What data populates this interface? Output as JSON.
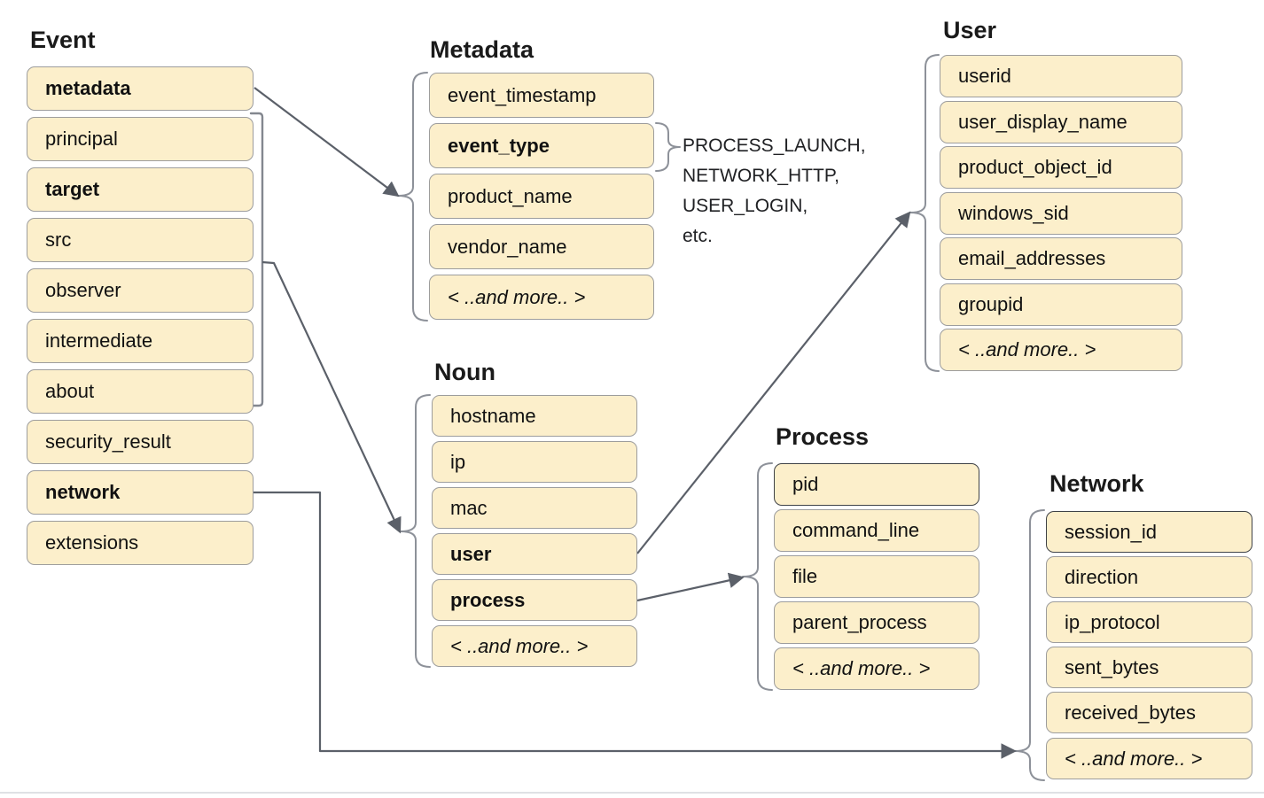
{
  "groups": {
    "event": {
      "title": "Event",
      "fields": [
        {
          "label": "metadata",
          "bold": true
        },
        {
          "label": "principal"
        },
        {
          "label": "target",
          "bold": true
        },
        {
          "label": "src"
        },
        {
          "label": "observer"
        },
        {
          "label": "intermediate"
        },
        {
          "label": "about"
        },
        {
          "label": "security_result"
        },
        {
          "label": "network",
          "bold": true
        },
        {
          "label": "extensions"
        }
      ]
    },
    "metadata": {
      "title": "Metadata",
      "fields": [
        {
          "label": "event_timestamp"
        },
        {
          "label": "event_type",
          "bold": true
        },
        {
          "label": "product_name"
        },
        {
          "label": "vendor_name"
        },
        {
          "label": "< ..and more.. >",
          "italic": true
        }
      ]
    },
    "noun": {
      "title": "Noun",
      "fields": [
        {
          "label": "hostname"
        },
        {
          "label": "ip"
        },
        {
          "label": "mac"
        },
        {
          "label": "user",
          "bold": true
        },
        {
          "label": "process",
          "bold": true
        },
        {
          "label": "< ..and more.. >",
          "italic": true
        }
      ]
    },
    "user": {
      "title": "User",
      "fields": [
        {
          "label": "userid"
        },
        {
          "label": "user_display_name"
        },
        {
          "label": "product_object_id"
        },
        {
          "label": "windows_sid"
        },
        {
          "label": "email_addresses"
        },
        {
          "label": "groupid"
        },
        {
          "label": "< ..and more.. >",
          "italic": true
        }
      ]
    },
    "process": {
      "title": "Process",
      "fields": [
        {
          "label": "pid",
          "dark_border": true
        },
        {
          "label": "command_line"
        },
        {
          "label": "file"
        },
        {
          "label": "parent_process"
        },
        {
          "label": "< ..and more.. >",
          "italic": true
        }
      ]
    },
    "network": {
      "title": "Network",
      "fields": [
        {
          "label": "session_id",
          "dark_border": true
        },
        {
          "label": "direction"
        },
        {
          "label": "ip_protocol"
        },
        {
          "label": "sent_bytes"
        },
        {
          "label": "received_bytes"
        },
        {
          "label": "< ..and more.. >",
          "italic": true
        }
      ]
    }
  },
  "annotation": {
    "event_type_values": [
      "PROCESS_LAUNCH,",
      "NETWORK_HTTP,",
      "USER_LOGIN,",
      "etc."
    ]
  },
  "colors": {
    "box_fill": "#FCEFCB",
    "box_border": "#9D9D9D",
    "box_border_dark": "#3F4246",
    "connector": "#5B6069",
    "brace": "#8D9199",
    "text": "#111111"
  }
}
